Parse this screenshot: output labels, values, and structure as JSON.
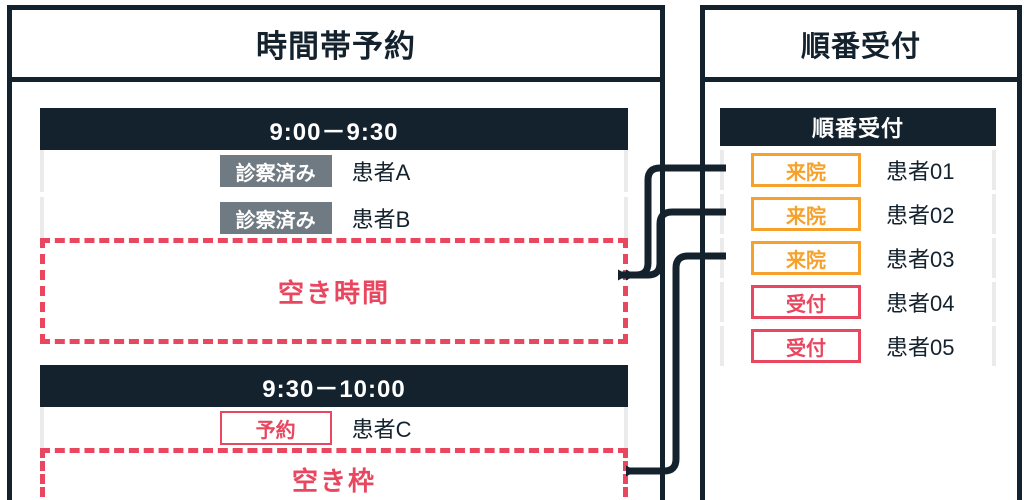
{
  "left_panel": {
    "title": "時間帯予約",
    "slots": [
      {
        "time_label": "9:00－9:30",
        "rows": [
          {
            "status": "診察済み",
            "status_type": "done",
            "patient": "患者A"
          },
          {
            "status": "診察済み",
            "status_type": "done",
            "patient": "患者B"
          }
        ],
        "empty_label": "空き時間"
      },
      {
        "time_label": "9:30－10:00",
        "rows": [
          {
            "status": "予約",
            "status_type": "reserve",
            "patient": "患者C"
          }
        ],
        "empty_label": "空き枠"
      }
    ]
  },
  "right_panel": {
    "title": "順番受付",
    "list_header": "順番受付",
    "rows": [
      {
        "status": "来院",
        "status_type": "arrived",
        "patient": "患者01"
      },
      {
        "status": "来院",
        "status_type": "arrived",
        "patient": "患者02"
      },
      {
        "status": "来院",
        "status_type": "arrived",
        "patient": "患者03"
      },
      {
        "status": "受付",
        "status_type": "recept",
        "patient": "患者04"
      },
      {
        "status": "受付",
        "status_type": "recept",
        "patient": "患者05"
      }
    ]
  },
  "colors": {
    "ink": "#14222e",
    "pink": "#e8475f",
    "orange": "#f5a12b",
    "gray_badge": "#6f7a82",
    "row_gap": "#ebebeb",
    "white": "#ffffff"
  },
  "connectors": [
    {
      "from": "患者01",
      "to": "空き時間"
    },
    {
      "from": "患者02",
      "to": "空き時間"
    },
    {
      "from": "患者03",
      "to": "空き枠"
    }
  ]
}
